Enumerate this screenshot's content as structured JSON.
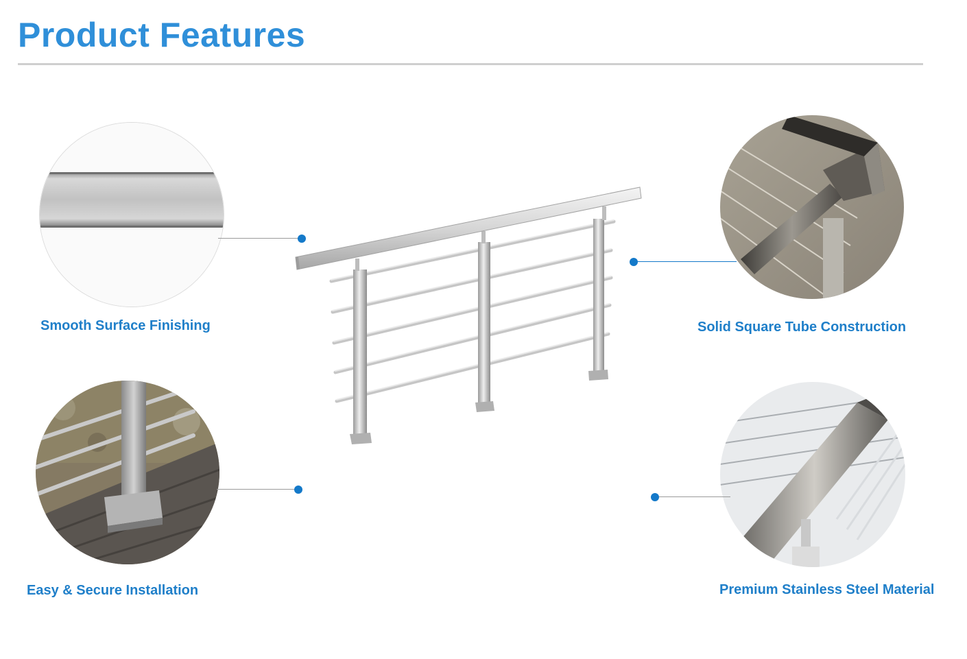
{
  "header": {
    "title": "Product Features"
  },
  "colors": {
    "title": "#2f8fd9",
    "label": "#1f7fc9",
    "dot": "#1479c9",
    "rule": "#cfcfcf"
  },
  "features": [
    {
      "label": "Smooth Surface Finishing",
      "icon": "brushed-steel-closeup"
    },
    {
      "label": "Solid Square Tube Construction",
      "icon": "square-handrail-corner"
    },
    {
      "label": "Easy & Secure Installation",
      "icon": "post-base-plate-on-deck"
    },
    {
      "label": "Premium Stainless Steel Material",
      "icon": "stainless-handrail-with-rods"
    }
  ],
  "product": {
    "icon": "stainless-steel-rod-railing"
  }
}
